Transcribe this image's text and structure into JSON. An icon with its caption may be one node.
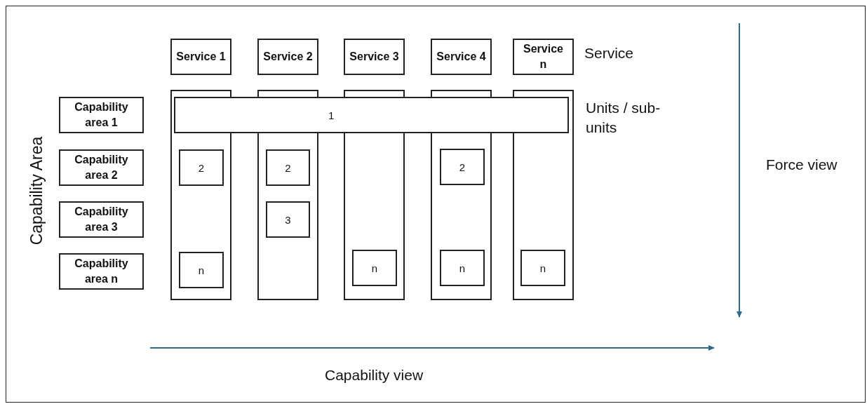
{
  "diagram": {
    "nodes": [
      {
        "text": [
          "Service 1"
        ]
      },
      {
        "text": [
          "Service 2"
        ]
      },
      {
        "text": [
          "Service 3"
        ]
      },
      {
        "text": [
          "Service 4"
        ]
      },
      {
        "text": [
          "Service n"
        ]
      },
      {
        "text": [],
        "shape": "box"
      },
      {
        "text": [],
        "shape": "box"
      },
      {
        "text": [],
        "shape": "box"
      },
      {
        "text": [],
        "shape": "box"
      },
      {
        "text": [],
        "shape": "box"
      },
      {
        "text": [
          "Capability area 1"
        ]
      },
      {
        "text": [
          "Capability area 2"
        ]
      },
      {
        "text": [
          "Capability area 3"
        ]
      },
      {
        "text": [
          "Capability area n"
        ]
      },
      {
        "text": [
          "1"
        ]
      },
      {
        "text": [
          "2"
        ],
        "in": 5
      },
      {
        "text": [
          "n"
        ],
        "in": 5
      },
      {
        "text": [
          "2"
        ],
        "in": 6
      },
      {
        "text": [
          "3"
        ],
        "in": 6
      },
      {
        "text": [
          "n"
        ],
        "in": 7
      },
      {
        "text": [
          "2"
        ],
        "in": 8
      },
      {
        "text": [
          "n"
        ],
        "in": 8
      },
      {
        "text": [
          "n"
        ],
        "in": 9
      }
    ],
    "labels": [
      "Service",
      "Units / sub-units",
      "Capability Area",
      "Force view",
      "Capability view"
    ]
  }
}
